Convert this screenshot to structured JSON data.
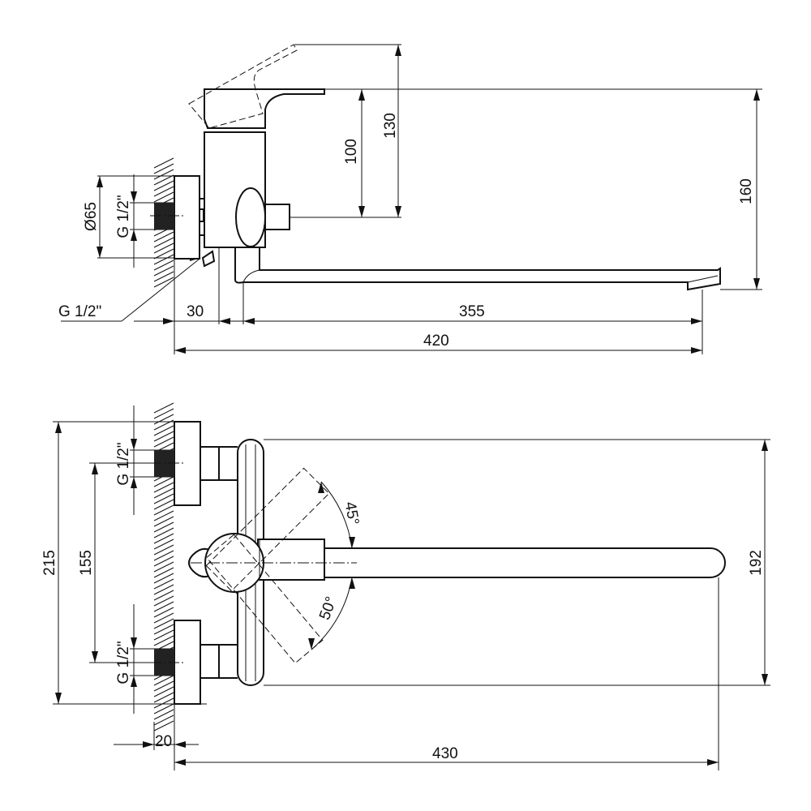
{
  "side_view": {
    "dim_height_lever_raised": "130",
    "dim_height_lever": "100",
    "dim_height_total": "160",
    "dim_flange_diameter": "Ø65",
    "dim_inlet_thread": "G 1/2\"",
    "dim_outlet_thread": "G 1/2\"",
    "dim_wall_to_body": "30",
    "dim_spout_reach": "355",
    "dim_total_length": "420"
  },
  "top_view": {
    "dim_total_height": "215",
    "dim_inlet_spacing": "155",
    "dim_body_height": "192",
    "dim_upper_thread": "G 1/2\"",
    "dim_lower_thread": "G 1/2\"",
    "dim_angle_up": "45°",
    "dim_angle_down": "50°",
    "dim_wall_thread_depth": "20",
    "dim_total_length": "430"
  }
}
